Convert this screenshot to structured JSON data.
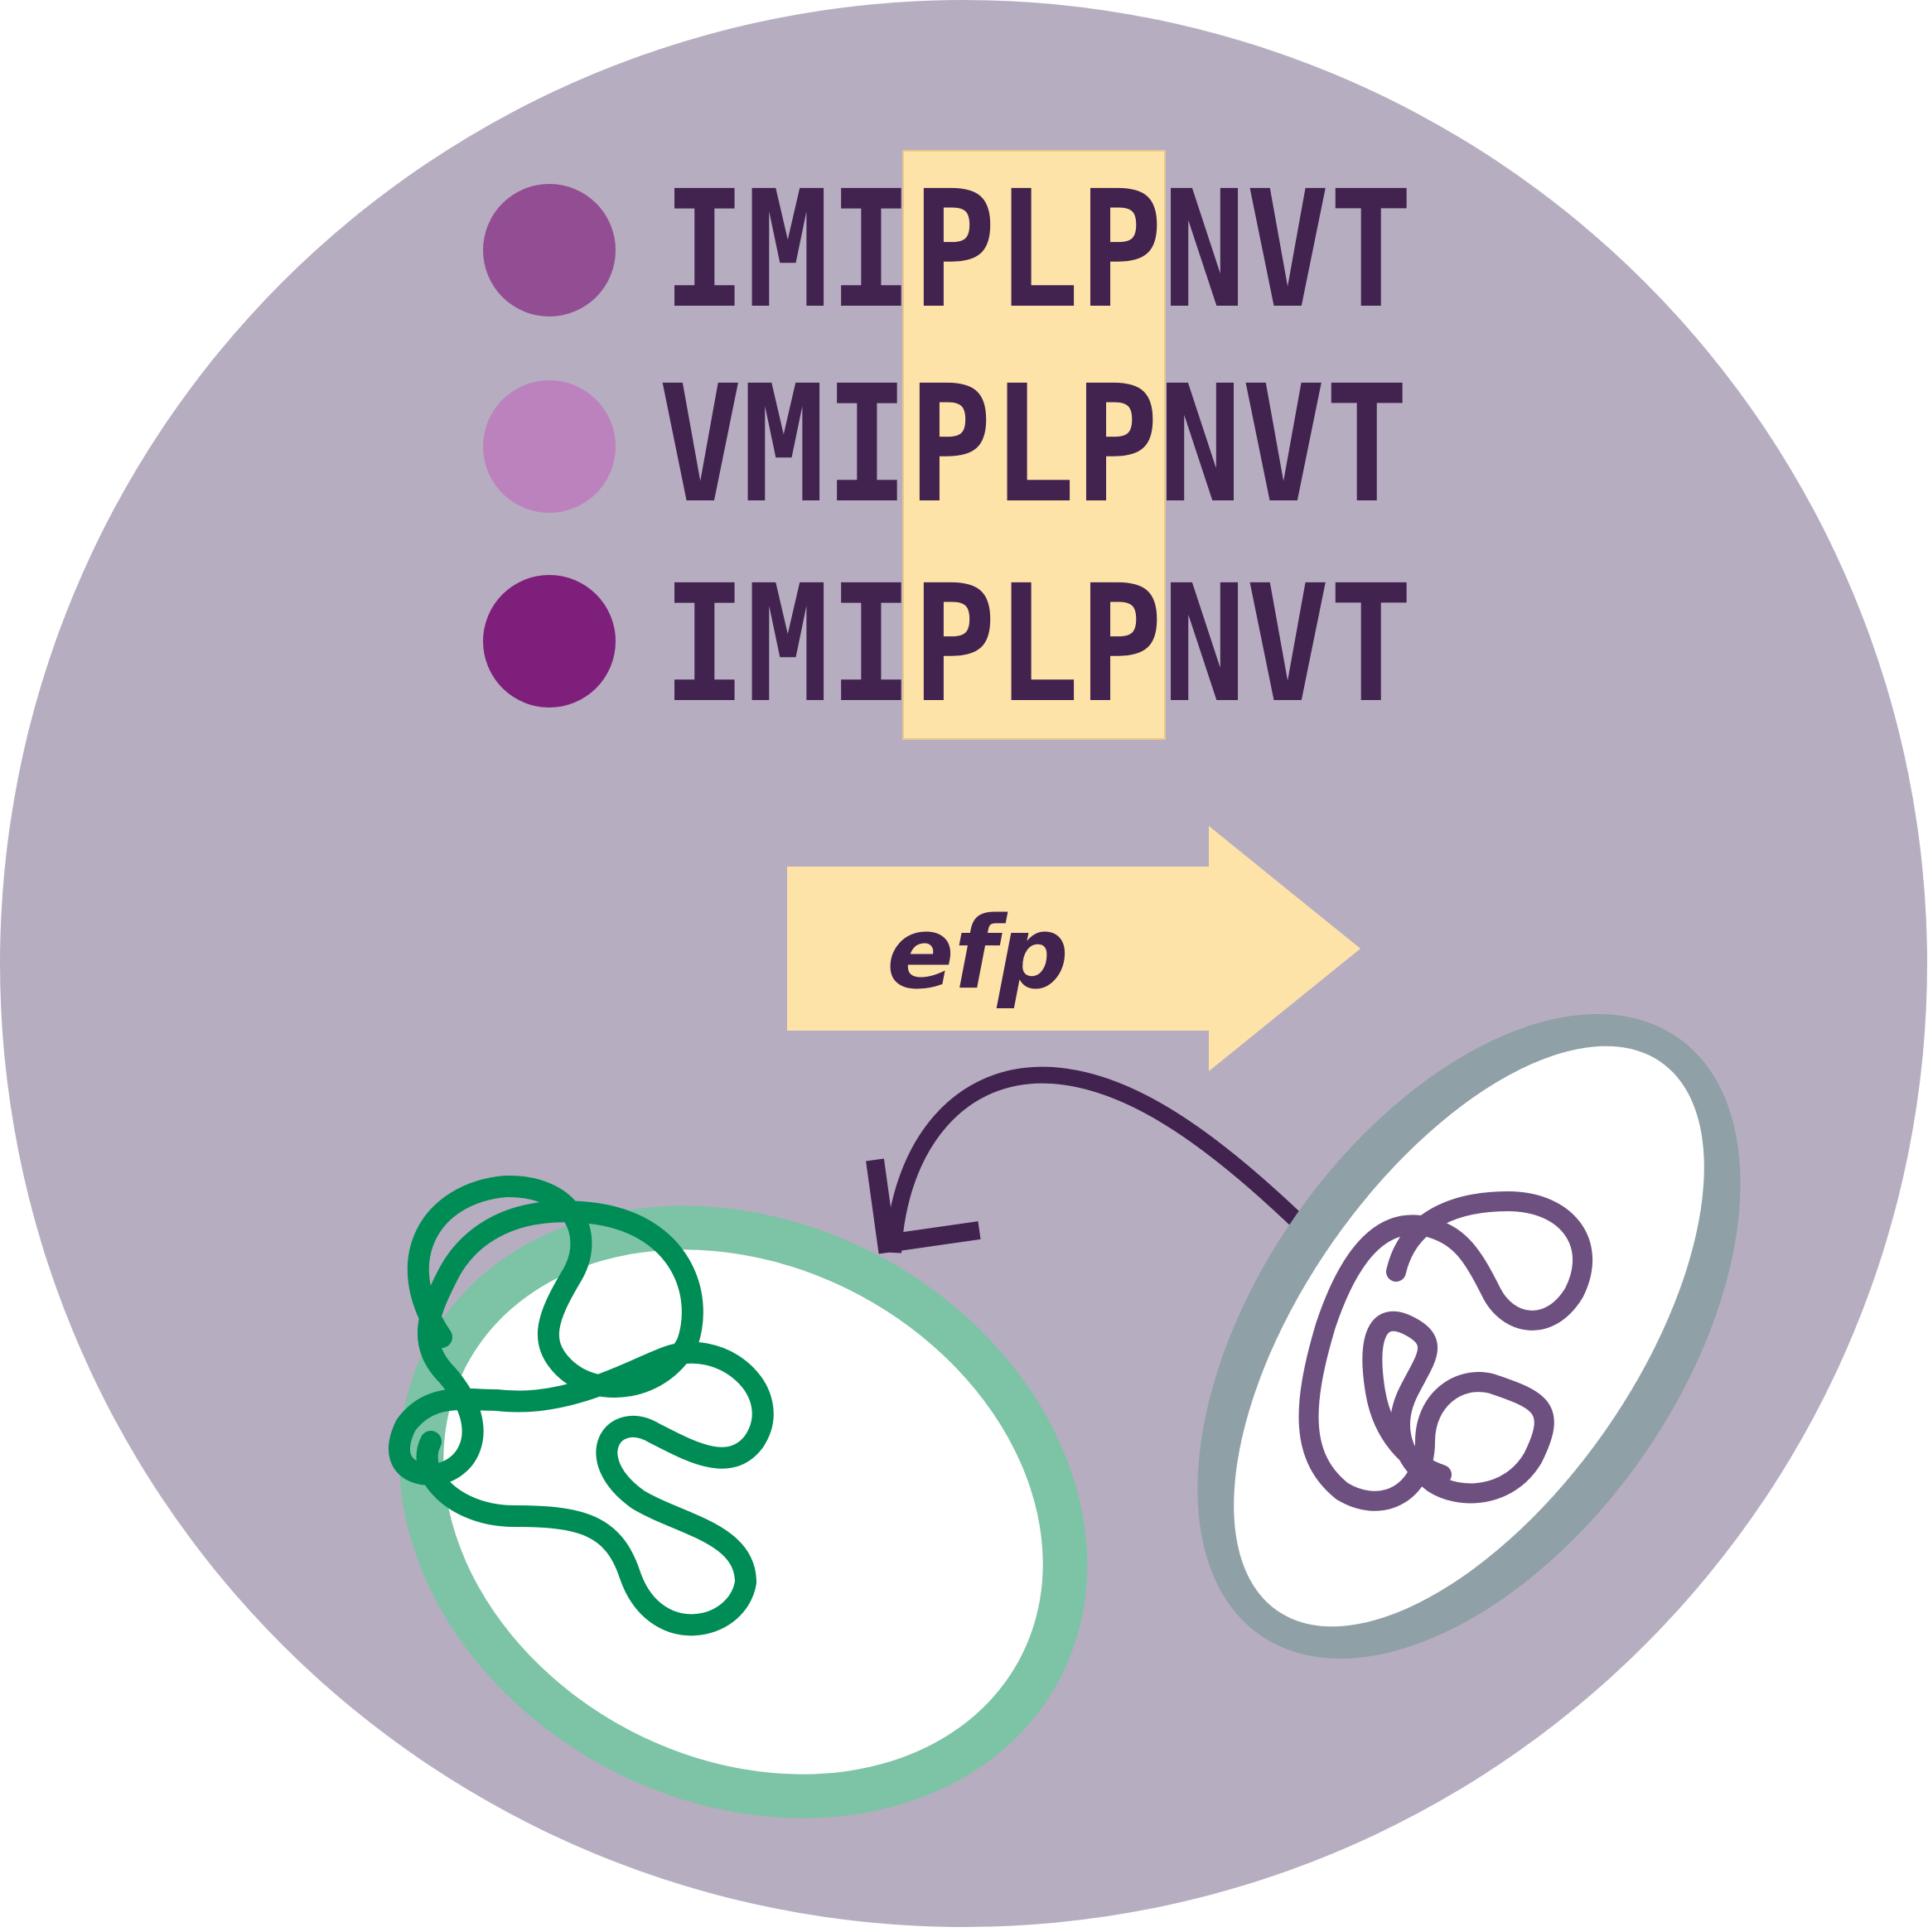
{
  "sequences": [
    {
      "text": "IMIPLPNVT",
      "dot_color": "#934e93"
    },
    {
      "text": "VMIPLPNVT",
      "dot_color": "#bc82be"
    },
    {
      "text": "IMIPLPNVT",
      "dot_color": "#7f1f7c"
    }
  ],
  "gene_label": "efp",
  "colors": {
    "background_circle": "#b7adc1",
    "highlight": "#fee3a8",
    "text": "#42224f",
    "green_cell_border": "#7dc3a6",
    "green_chromosome": "#008c55",
    "grey_cell_border": "#90a0a7",
    "purple_chromosome": "#6d5080",
    "arrow": "#42224f"
  }
}
